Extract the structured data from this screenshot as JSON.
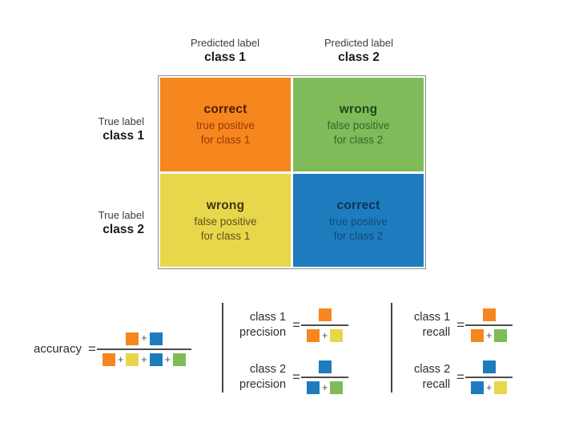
{
  "colors": {
    "orange": "#f6861e",
    "green": "#80bb5a",
    "yellow": "#e8d74b",
    "blue": "#1e7cbe"
  },
  "matrix": {
    "col_headers": [
      {
        "top": "Predicted label",
        "bottom": "class 1"
      },
      {
        "top": "Predicted label",
        "bottom": "class 2"
      }
    ],
    "row_headers": [
      {
        "top": "True label",
        "bottom": "class 1"
      },
      {
        "top": "True label",
        "bottom": "class 2"
      }
    ],
    "cells": [
      {
        "verdict": "correct",
        "line2": "true positive",
        "line3": "for class 1",
        "color": "orange",
        "title_color": "#4d1c04",
        "sub_color": "#993a08"
      },
      {
        "verdict": "wrong",
        "line2": "false positive",
        "line3": "for class 2",
        "color": "green",
        "title_color": "#1d4616",
        "sub_color": "#2e6a26"
      },
      {
        "verdict": "wrong",
        "line2": "false positive",
        "line3": "for class 1",
        "color": "yellow",
        "title_color": "#3f3614",
        "sub_color": "#5f511c"
      },
      {
        "verdict": "correct",
        "line2": "true positive",
        "line3": "for class 2",
        "color": "blue",
        "title_color": "#0c3154",
        "sub_color": "#114a77"
      }
    ]
  },
  "formulas": {
    "plus": "+",
    "equals": "=",
    "accuracy": {
      "label": "accuracy",
      "numerator": [
        "orange",
        "blue"
      ],
      "denominator": [
        "orange",
        "yellow",
        "blue",
        "green"
      ]
    },
    "class1_precision": {
      "label_line1": "class 1",
      "label_line2": "precision",
      "numerator": [
        "orange"
      ],
      "denominator": [
        "orange",
        "yellow"
      ]
    },
    "class2_precision": {
      "label_line1": "class 2",
      "label_line2": "precision",
      "numerator": [
        "blue"
      ],
      "denominator": [
        "blue",
        "green"
      ]
    },
    "class1_recall": {
      "label_line1": "class 1",
      "label_line2": "recall",
      "numerator": [
        "orange"
      ],
      "denominator": [
        "orange",
        "green"
      ]
    },
    "class2_recall": {
      "label_line1": "class 2",
      "label_line2": "recall",
      "numerator": [
        "blue"
      ],
      "denominator": [
        "blue",
        "yellow"
      ]
    }
  }
}
